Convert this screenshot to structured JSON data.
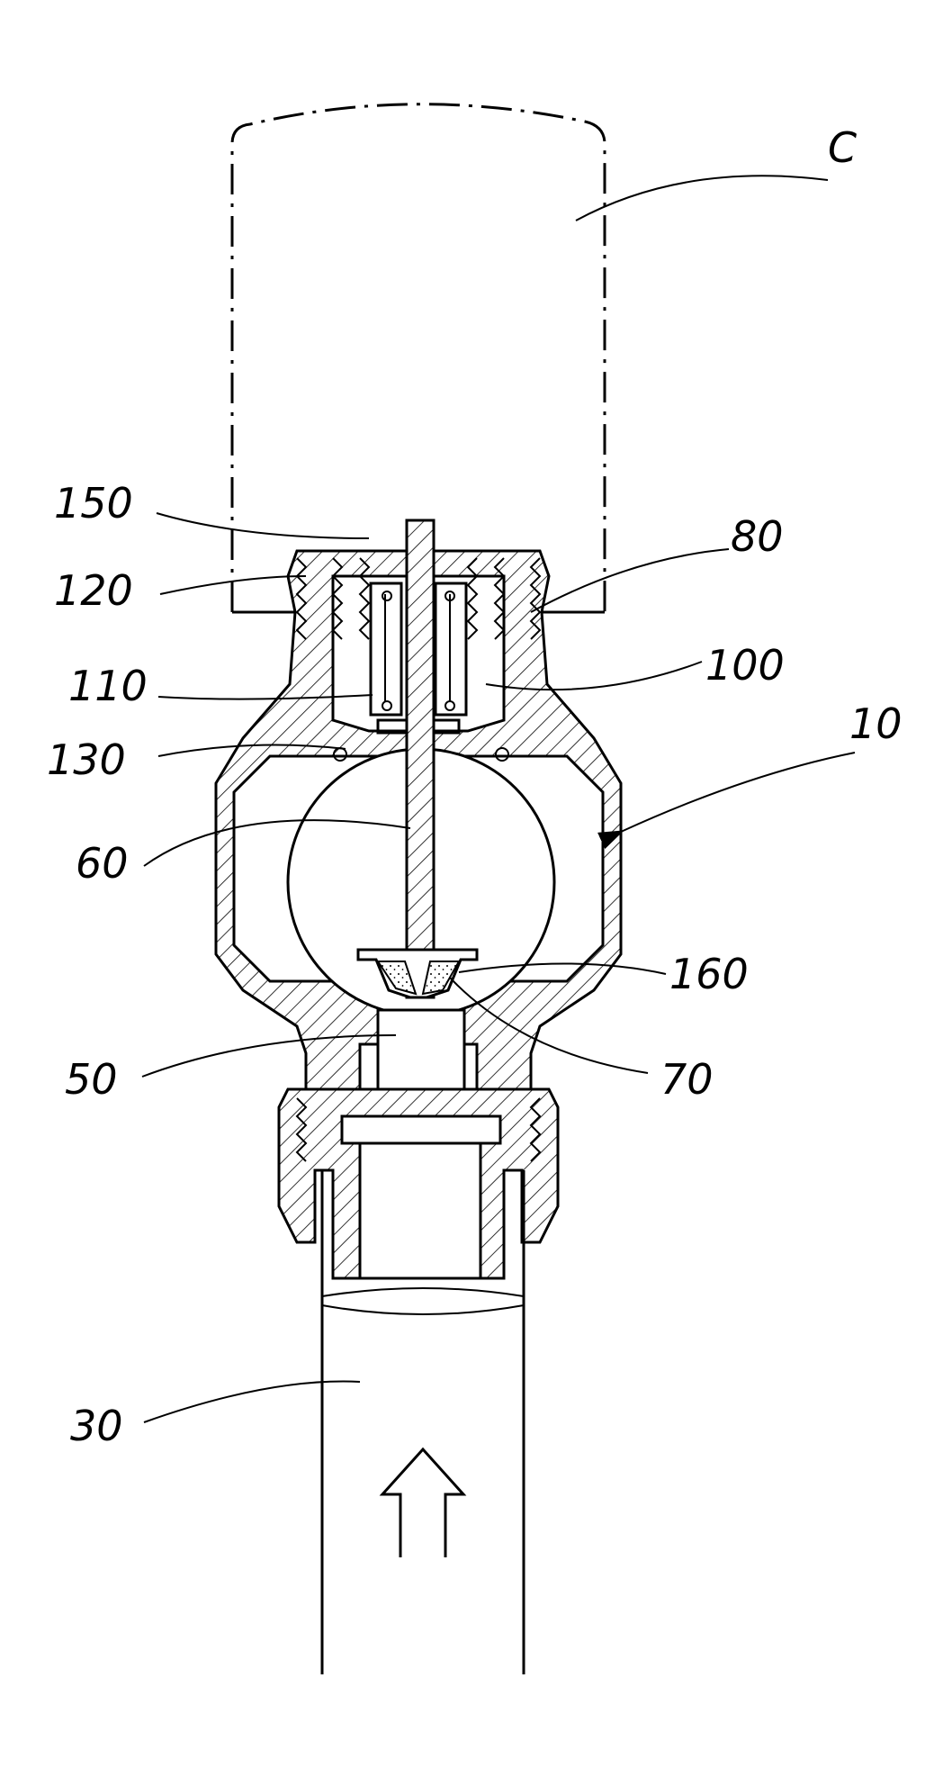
{
  "labels": {
    "c": "C",
    "l150": "150",
    "l120": "120",
    "l110": "110",
    "l130": "130",
    "l60": "60",
    "l50": "50",
    "l30": "30",
    "l80": "80",
    "l100": "100",
    "l10": "10",
    "l160": "160",
    "l70": "70"
  }
}
